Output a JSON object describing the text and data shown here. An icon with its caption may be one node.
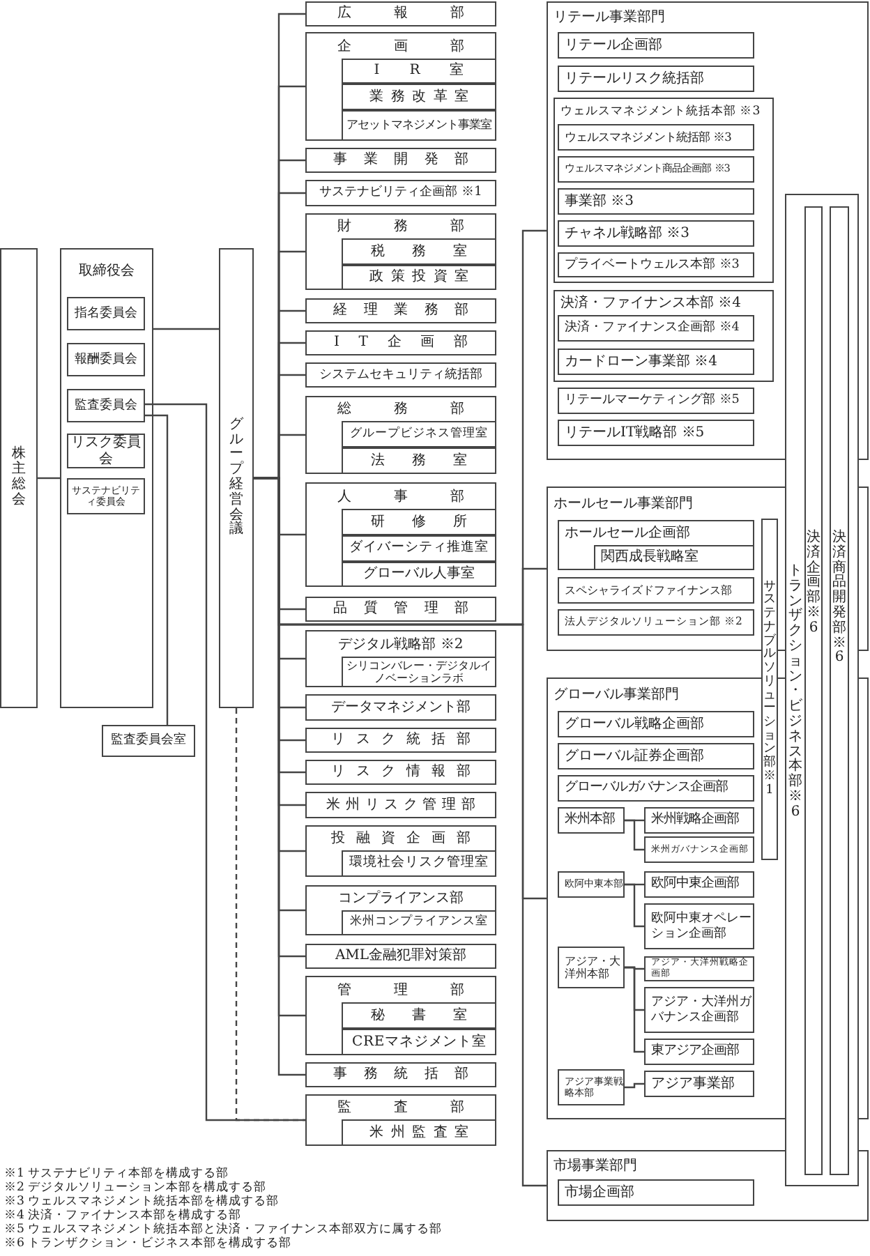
{
  "diagram": {
    "nodes": [
      {
        "text": [
          "株主総会"
        ]
      },
      {
        "text": [
          "取締役会"
        ]
      },
      {
        "text": [
          "指名委員会"
        ],
        "in": 1
      },
      {
        "text": [
          "報酬委員会"
        ],
        "in": 1
      },
      {
        "text": [
          "監査委員会"
        ],
        "in": 1
      },
      {
        "text": [
          "リスク委員会"
        ],
        "in": 1
      },
      {
        "text": [
          "サステナビリティ委員会"
        ],
        "in": 1
      },
      {
        "text": [
          "監査委員会室"
        ]
      },
      {
        "text": [
          "グループ経営会議"
        ]
      },
      {
        "text": [
          "広報部"
        ]
      },
      {
        "text": [
          "企画部"
        ]
      },
      {
        "text": [
          "IR室"
        ],
        "in": 10
      },
      {
        "text": [
          "業務改革室"
        ],
        "in": 10
      },
      {
        "text": [
          "アセットマネジメント事業室"
        ],
        "in": 10
      },
      {
        "text": [
          "事業開発部"
        ]
      },
      {
        "text": [
          "サステナビリティ企画部 ※1"
        ]
      },
      {
        "text": [
          "財務部"
        ]
      },
      {
        "text": [
          "税務室"
        ],
        "in": 16
      },
      {
        "text": [
          "政策投資室"
        ],
        "in": 16
      },
      {
        "text": [
          "経理業務部"
        ]
      },
      {
        "text": [
          "IT企画部"
        ]
      },
      {
        "text": [
          "システムセキュリティ統括部"
        ]
      },
      {
        "text": [
          "総務部"
        ]
      },
      {
        "text": [
          "グループビジネス管理室"
        ],
        "in": 22
      },
      {
        "text": [
          "法務室"
        ],
        "in": 22
      },
      {
        "text": [
          "人事部"
        ]
      },
      {
        "text": [
          "研修所"
        ],
        "in": 25
      },
      {
        "text": [
          "ダイバーシティ推進室"
        ],
        "in": 25
      },
      {
        "text": [
          "グローバル人事室"
        ],
        "in": 25
      },
      {
        "text": [
          "品質管理部"
        ]
      },
      {
        "text": [
          "デジタル戦略部 ※2"
        ]
      },
      {
        "text": [
          "シリコンバレー・デジタルイノベーションラボ"
        ],
        "in": 30
      },
      {
        "text": [
          "データマネジメント部"
        ]
      },
      {
        "text": [
          "リスク統括部"
        ]
      },
      {
        "text": [
          "リスク情報部"
        ]
      },
      {
        "text": [
          "米州リスク管理部"
        ]
      },
      {
        "text": [
          "投融資企画部"
        ]
      },
      {
        "text": [
          "環境社会リスク管理室"
        ],
        "in": 36
      },
      {
        "text": [
          "コンプライアンス部"
        ]
      },
      {
        "text": [
          "米州コンプライアンス室"
        ],
        "in": 38
      },
      {
        "text": [
          "AML金融犯罪対策部"
        ]
      },
      {
        "text": [
          "管理部"
        ]
      },
      {
        "text": [
          "秘書室"
        ],
        "in": 41
      },
      {
        "text": [
          "CREマネジメント室"
        ],
        "in": 41
      },
      {
        "text": [
          "事務統括部"
        ]
      },
      {
        "text": [
          "監査部"
        ]
      },
      {
        "text": [
          "米州監査室"
        ],
        "in": 45
      },
      {
        "text": [
          "リテール事業部門"
        ]
      },
      {
        "text": [
          "リテール企画部"
        ],
        "in": 47
      },
      {
        "text": [
          "リテールリスク統括部"
        ],
        "in": 47
      },
      {
        "text": [
          "ウェルスマネジメント統括本部 ※3"
        ],
        "in": 47
      },
      {
        "text": [
          "ウェルスマネジメント統括部 ※3"
        ],
        "in": 50
      },
      {
        "text": [
          "ウェルスマネジメント商品企画部 ※3"
        ],
        "in": 50
      },
      {
        "text": [
          "事業部 ※3"
        ],
        "in": 50
      },
      {
        "text": [
          "チャネル戦略部 ※3"
        ],
        "in": 50
      },
      {
        "text": [
          "プライベートウェルス本部 ※3"
        ],
        "in": 50
      },
      {
        "text": [
          "決済・ファイナンス本部 ※4"
        ],
        "in": 47
      },
      {
        "text": [
          "決済・ファイナンス企画部 ※4"
        ],
        "in": 56
      },
      {
        "text": [
          "カードローン事業部 ※4"
        ],
        "in": 56
      },
      {
        "text": [
          "リテールマーケティング部 ※5"
        ],
        "in": 47
      },
      {
        "text": [
          "リテールIT戦略部 ※5"
        ],
        "in": 47
      },
      {
        "text": [
          "ホールセール事業部門"
        ]
      },
      {
        "text": [
          "ホールセール企画部"
        ],
        "in": 61
      },
      {
        "text": [
          "関西成長戦略室"
        ],
        "in": 62
      },
      {
        "text": [
          "スペシャライズドファイナンス部"
        ],
        "in": 61
      },
      {
        "text": [
          "法人デジタルソリューション部 ※2"
        ],
        "in": 61
      },
      {
        "text": [
          "グローバル事業部門"
        ]
      },
      {
        "text": [
          "グローバル戦略企画部"
        ],
        "in": 66
      },
      {
        "text": [
          "グローバル証券企画部"
        ],
        "in": 66
      },
      {
        "text": [
          "グローバルガバナンス企画部"
        ],
        "in": 66
      },
      {
        "text": [
          "米州本部"
        ],
        "in": 66
      },
      {
        "text": [
          "米州戦略企画部"
        ],
        "in": 66
      },
      {
        "text": [
          "米州ガバナンス企画部"
        ],
        "in": 66
      },
      {
        "text": [
          "欧阿中東本部"
        ],
        "in": 66
      },
      {
        "text": [
          "欧阿中東企画部"
        ],
        "in": 66
      },
      {
        "text": [
          "欧阿中東オペレーション企画部"
        ],
        "in": 66
      },
      {
        "text": [
          "アジア・大洋州本部"
        ],
        "in": 66
      },
      {
        "text": [
          "アジア・大洋州戦略企画部"
        ],
        "in": 66
      },
      {
        "text": [
          "アジア・大洋州ガバナンス企画部"
        ],
        "in": 66
      },
      {
        "text": [
          "東アジア企画部"
        ],
        "in": 66
      },
      {
        "text": [
          "アジア事業戦略本部"
        ],
        "in": 66
      },
      {
        "text": [
          "アジア事業部"
        ],
        "in": 66
      },
      {
        "text": [
          "市場事業部門"
        ]
      },
      {
        "text": [
          "市場企画部"
        ],
        "in": 82
      },
      {
        "text": [
          "トランザクション・ビジネス本部 ※6"
        ]
      },
      {
        "text": [
          "決済企画部 ※6"
        ],
        "in": 84
      },
      {
        "text": [
          "決済商品開発部 ※6"
        ],
        "in": 84
      },
      {
        "text": [
          "サステナブルソリューション部 ※1"
        ]
      }
    ],
    "edges": [
      {
        "from": 0,
        "to": 1,
        "arrow": "none"
      },
      {
        "from": 1,
        "to": 8,
        "arrow": "none"
      },
      {
        "from": 4,
        "to": 7,
        "arrow": "none"
      },
      {
        "from": 4,
        "to": 45,
        "arrow": "none"
      },
      {
        "from": 8,
        "to": 45,
        "arrow": "none",
        "style": "dashed"
      },
      {
        "from": 8,
        "to": 9,
        "arrow": "none"
      },
      {
        "from": 8,
        "to": 10,
        "arrow": "none"
      },
      {
        "from": 8,
        "to": 14,
        "arrow": "none"
      },
      {
        "from": 8,
        "to": 15,
        "arrow": "none"
      },
      {
        "from": 8,
        "to": 16,
        "arrow": "none"
      },
      {
        "from": 8,
        "to": 19,
        "arrow": "none"
      },
      {
        "from": 8,
        "to": 20,
        "arrow": "none"
      },
      {
        "from": 8,
        "to": 21,
        "arrow": "none"
      },
      {
        "from": 8,
        "to": 22,
        "arrow": "none"
      },
      {
        "from": 8,
        "to": 25,
        "arrow": "none"
      },
      {
        "from": 8,
        "to": 29,
        "arrow": "none"
      },
      {
        "from": 8,
        "to": 30,
        "arrow": "none"
      },
      {
        "from": 8,
        "to": 32,
        "arrow": "none"
      },
      {
        "from": 8,
        "to": 33,
        "arrow": "none"
      },
      {
        "from": 8,
        "to": 34,
        "arrow": "none"
      },
      {
        "from": 8,
        "to": 35,
        "arrow": "none"
      },
      {
        "from": 8,
        "to": 36,
        "arrow": "none"
      },
      {
        "from": 8,
        "to": 38,
        "arrow": "none"
      },
      {
        "from": 8,
        "to": 40,
        "arrow": "none"
      },
      {
        "from": 8,
        "to": 41,
        "arrow": "none"
      },
      {
        "from": 8,
        "to": 44,
        "arrow": "none"
      },
      {
        "from": 8,
        "to": 47,
        "arrow": "none"
      },
      {
        "from": 8,
        "to": 61,
        "arrow": "none"
      },
      {
        "from": 8,
        "to": 66,
        "arrow": "none"
      },
      {
        "from": 8,
        "to": 82,
        "arrow": "none"
      },
      {
        "from": 70,
        "to": 71,
        "arrow": "none"
      },
      {
        "from": 70,
        "to": 72,
        "arrow": "none"
      },
      {
        "from": 73,
        "to": 74,
        "arrow": "none"
      },
      {
        "from": 73,
        "to": 75,
        "arrow": "none"
      },
      {
        "from": 76,
        "to": 77,
        "arrow": "none"
      },
      {
        "from": 76,
        "to": 78,
        "arrow": "none"
      },
      {
        "from": 76,
        "to": 79,
        "arrow": "none"
      },
      {
        "from": 80,
        "to": 81,
        "arrow": "none"
      }
    ],
    "labels": [
      "※1 サステナビリティ本部を構成する部",
      "※2 デジタルソリューション本部を構成する部",
      "※3 ウェルスマネジメント統括本部を構成する部",
      "※4 決済・ファイナンス本部を構成する部",
      "※5 ウェルスマネジメント統括本部と決済・ファイナンス本部双方に属する部",
      "※6 トランザクション・ビジネス本部を構成する部"
    ]
  }
}
